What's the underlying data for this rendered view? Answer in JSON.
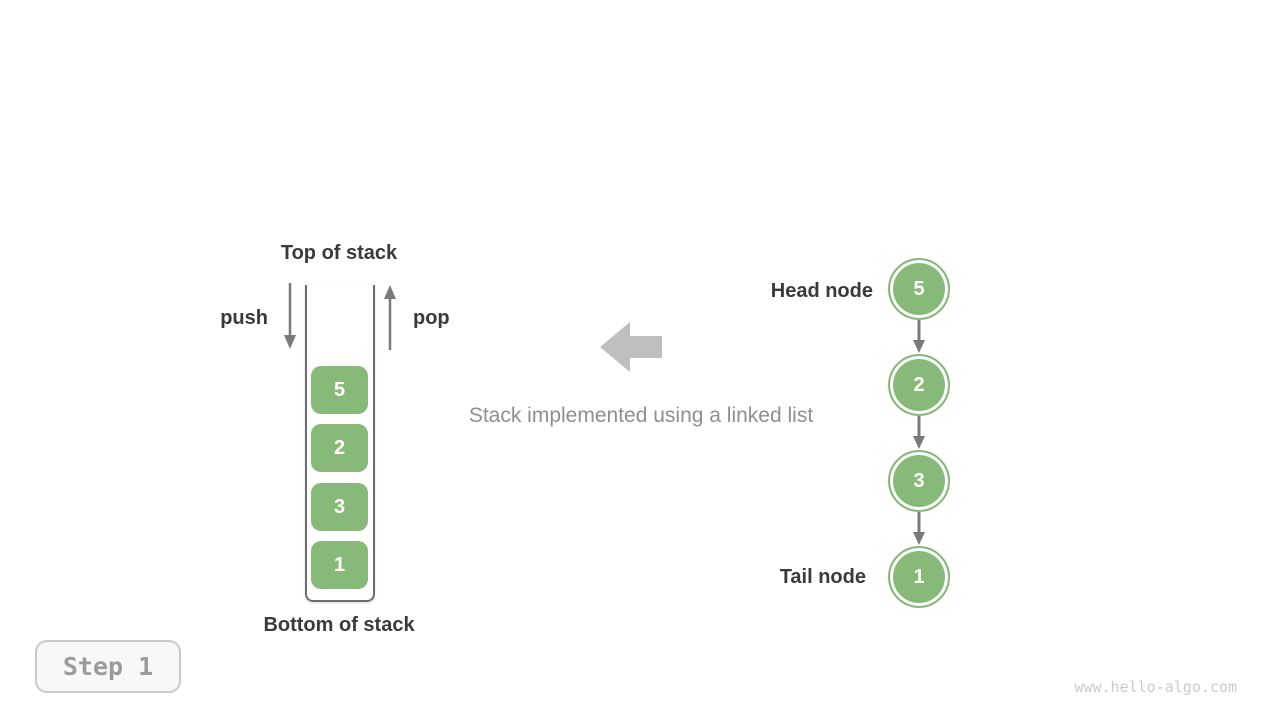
{
  "stack": {
    "top_label": "Top of stack",
    "bottom_label": "Bottom of stack",
    "push_label": "push",
    "pop_label": "pop",
    "items": [
      "5",
      "2",
      "3",
      "1"
    ]
  },
  "center": {
    "caption": "Stack implemented using a linked list"
  },
  "linked_list": {
    "head_label": "Head node",
    "tail_label": "Tail node",
    "nodes": [
      "5",
      "2",
      "3",
      "1"
    ]
  },
  "step_badge": {
    "label": "Step 1"
  },
  "watermark": {
    "text": "www.hello-algo.com"
  },
  "colors": {
    "green": "#87ba78",
    "wall": "#6e6e6e",
    "arrow": "#7a7a7a",
    "block_arrow": "#bfbfbf",
    "caption": "#8f8f8f",
    "text_dark": "#3a3a3a",
    "badge_text": "#9b9b9b",
    "badge_border": "#c9c9c9",
    "badge_bg": "#f8f8f8",
    "watermark": "#cbcbcb"
  }
}
